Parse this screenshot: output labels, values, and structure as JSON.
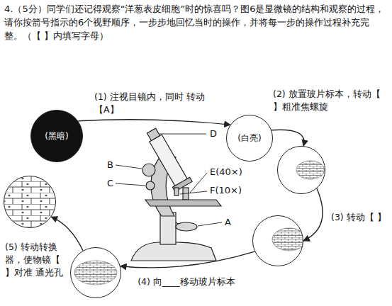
{
  "diagram": {
    "title": "4.（5分）同学们还记得观察“洋葱表皮细胞”时的惊喜吗？图6是显微镜的结构和观察的过程，请你按箭号指示的6个视野顺序，一步步地回忆当时的操作，并将每一步的操作过程补充完整。（【 】内填写字母）",
    "nodes": [
      {
        "text": [
          "(黑暗)"
        ]
      },
      {
        "text": [
          "(白亮)"
        ]
      },
      {
        "text": []
      },
      {
        "text": []
      },
      {
        "text": []
      },
      {
        "text": []
      }
    ],
    "edges": [
      {
        "from": 0,
        "to": 1,
        "arrow": "to",
        "label": "(1) 注视目镜内，同时 转动【A】"
      },
      {
        "from": 1,
        "to": 2,
        "arrow": "to",
        "label": "(2) 放置玻片标本，转动【 】粗准焦螺旋"
      },
      {
        "from": 2,
        "to": 3,
        "arrow": "to",
        "label": "(3) 转动【 】"
      },
      {
        "from": 3,
        "to": 4,
        "arrow": "to",
        "label": "(4) 向____移动玻片标本"
      },
      {
        "from": 4,
        "to": 5,
        "arrow": "to",
        "label": "(5) 转动转换器，使物镜【 】对准 通光孔"
      }
    ],
    "labels": [
      "D",
      "B",
      "C",
      "E(40×)",
      "F(10×)",
      "A"
    ]
  }
}
